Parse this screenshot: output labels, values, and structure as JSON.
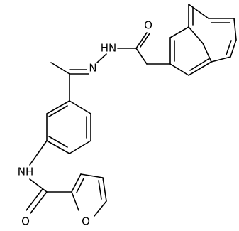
{
  "molecule": {
    "atom_labels": {
      "ketone_oxygen": "O",
      "hydrazone_nh": "HN",
      "hydrazone_n": "N",
      "amide_nh": "NH",
      "amide_oxygen": "O",
      "furan_oxygen": "O"
    }
  },
  "colors": {
    "bond": "#000000",
    "label": "#000000",
    "background": "#ffffff"
  }
}
